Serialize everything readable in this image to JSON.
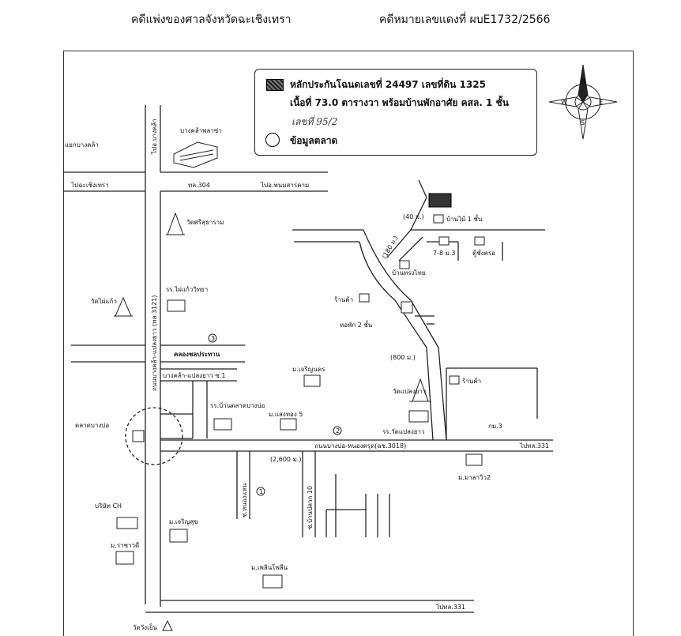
{
  "header": {
    "left": "คดีแพ่งของศาลจังหวัดฉะเชิงเทรา",
    "right": "คดีหมายเลขแดงที่  ผบE1732/2566"
  },
  "legend": {
    "collateral_line1": "หลักประกันโฉนดเลขที่ 24497 เลขที่ดิน 1325",
    "collateral_line2": "เนื้อที่ 73.0 ตารางวา พร้อมบ้านพักอาศัย คสล. 1 ชั้น",
    "handwritten": "เลขที่ 95/2",
    "market_data": "ข้อมูลตลาด"
  },
  "compass": {
    "n": "N",
    "s": "S",
    "e": "E",
    "w": "W"
  },
  "labels": {
    "to_bang_khla": "ไปอ.บางคล้า",
    "bang_khla_plaza": "บางคล้าพลาซ่า",
    "bang_khla_market": "แยกบางคล้า",
    "to_chachoengsao": "ไปฉะเชิงเทรา",
    "hwy304": "ทล.304",
    "to_phanom_sarakham": "ไปอ.พนมสารคาม",
    "wat_sri_sutharam": "วัดศรีสุธาราม",
    "wat_kai_kaeo": "วัดไผ่แก้ว",
    "school_phai_kaeo": "รร.ไผ่แก้ววิทยา",
    "road_3121": "ถนนบางคล้า-แปลงยาว (ทล.3121)",
    "canal": "คลองชลประทาน",
    "soi1": "บางคล้า-แปลงยาว ซ.1",
    "ban_tin": "บ้านไม้ 1 ชั้น",
    "km_40": "(40 ม.)",
    "m78_3": "7-8 ม.3",
    "shop_house": "ตู้ชั่งครอ",
    "m180": "(180 ม.)",
    "thai_house": "บ้านทรงไทย",
    "shop1": "ร้านค้า",
    "dorm2": "หอพัก 2 ชั้น",
    "m800": "(800 ม.)",
    "village_charoen": "ม.เจริญนคร",
    "wat_plaeng_yao": "วัดแปลงยาว",
    "shop2": "ร้านค้า",
    "school_bang_bo": "รร.บ้านตลาดบางบ่อ",
    "m_saeng_5": "ม.แสงทอง 5",
    "school_wat_plaeng": "รร.วัดแปลงยาว",
    "km3": "กม.3",
    "to_hwy331": "ไปทล.331",
    "road_3018": "ถนนบางบ่อ-หนองตรุด(ฉช.3018)",
    "m2600": "(2,600 ม.)",
    "market_bangbo": "ตลาดบางบ่อ",
    "soi_nong": "ซ.หนองแหน",
    "soi_10": "ซ.บ้านปลวก 10",
    "village_mak": "ม.มาลาวิว2",
    "company": "บริษัท CH",
    "village_charoensuk": "ม.เจริญสุข",
    "village_ratchawadee": "ม.ราชาวดี",
    "village_phoemphon": "ม.เพลินโพลีน",
    "to_hwy331_b": "ไปทล.331",
    "wat_wang_yen": "วัดวังเย็น",
    "c1": "1",
    "c2": "2",
    "c3": "3"
  }
}
